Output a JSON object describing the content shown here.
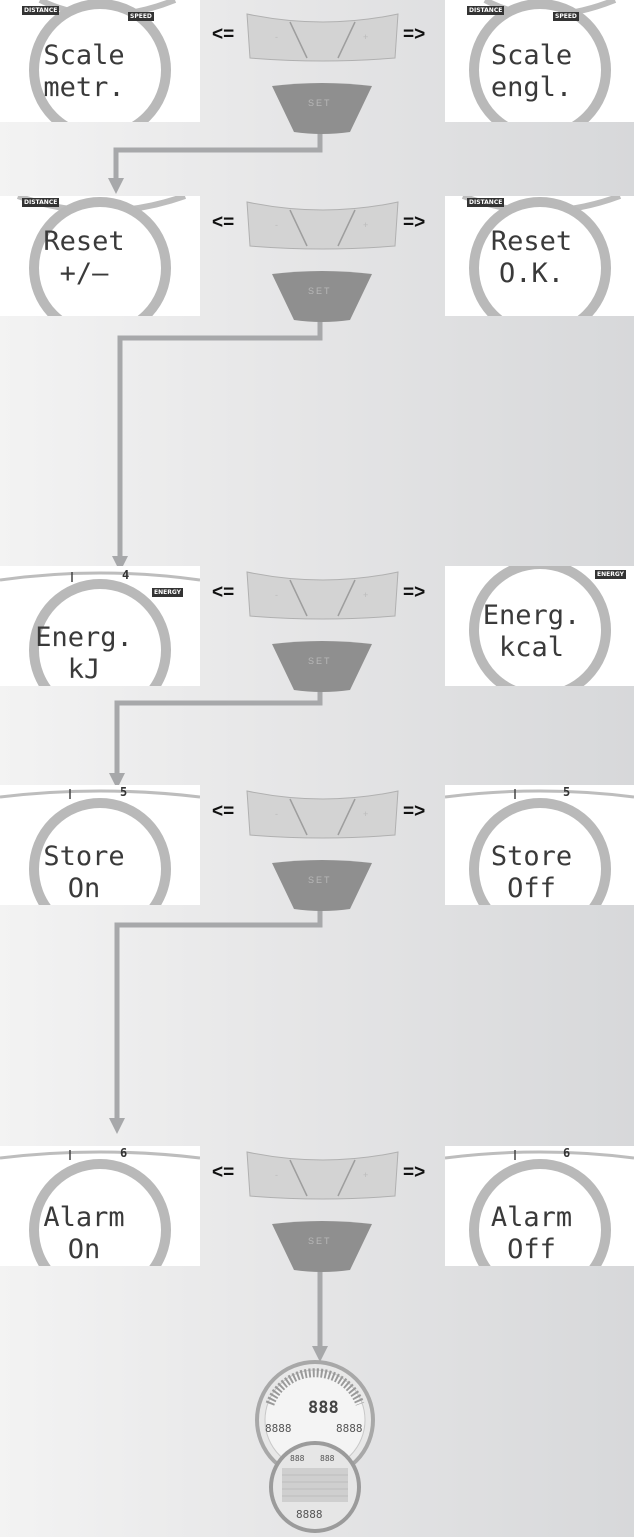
{
  "nav": {
    "prev_label": "<=",
    "next_label": "=>"
  },
  "buttons": {
    "minus": "-",
    "plus": "+",
    "set": "SET"
  },
  "rows": [
    {
      "left": [
        "Scale",
        "metr."
      ],
      "right": [
        "Scale",
        "engl."
      ],
      "left_badges": [
        "DISTANCE",
        "SPEED"
      ],
      "right_badges": [
        "DISTANCE",
        "SPEED"
      ],
      "tick_left": "",
      "tick_right": ""
    },
    {
      "left": [
        "Reset",
        "+/–"
      ],
      "right": [
        "Reset",
        "O.K."
      ],
      "left_badges": [
        "DISTANCE"
      ],
      "right_badges": [
        "DISTANCE"
      ],
      "tick_left": "",
      "tick_right": ""
    },
    {
      "left": [
        "Energ.",
        "kJ"
      ],
      "right": [
        "Energ.",
        "kcal"
      ],
      "left_badges": [
        "ENERGY"
      ],
      "right_badges": [
        "ENERGY"
      ],
      "tick_left": "4",
      "tick_right": ""
    },
    {
      "left": [
        "Store",
        "On"
      ],
      "right": [
        "Store",
        "Off"
      ],
      "left_badges": [],
      "right_badges": [],
      "tick_left": "5",
      "tick_right": "5"
    },
    {
      "left": [
        "Alarm",
        "On"
      ],
      "right": [
        "Alarm",
        "Off"
      ],
      "left_badges": [],
      "right_badges": [],
      "tick_left": "6",
      "tick_right": "6"
    }
  ],
  "final_display": {
    "top_digits": "888",
    "mid_left": "8888",
    "mid_right": "8888",
    "bottom_digits": "8888",
    "small_left": "888",
    "small_right": "888"
  },
  "colors": {
    "connector": "#a7a8aa",
    "button_fill": "#c9c9c9",
    "set_fill": "#8f8f8f",
    "display_ring": "#b9b9b9"
  }
}
